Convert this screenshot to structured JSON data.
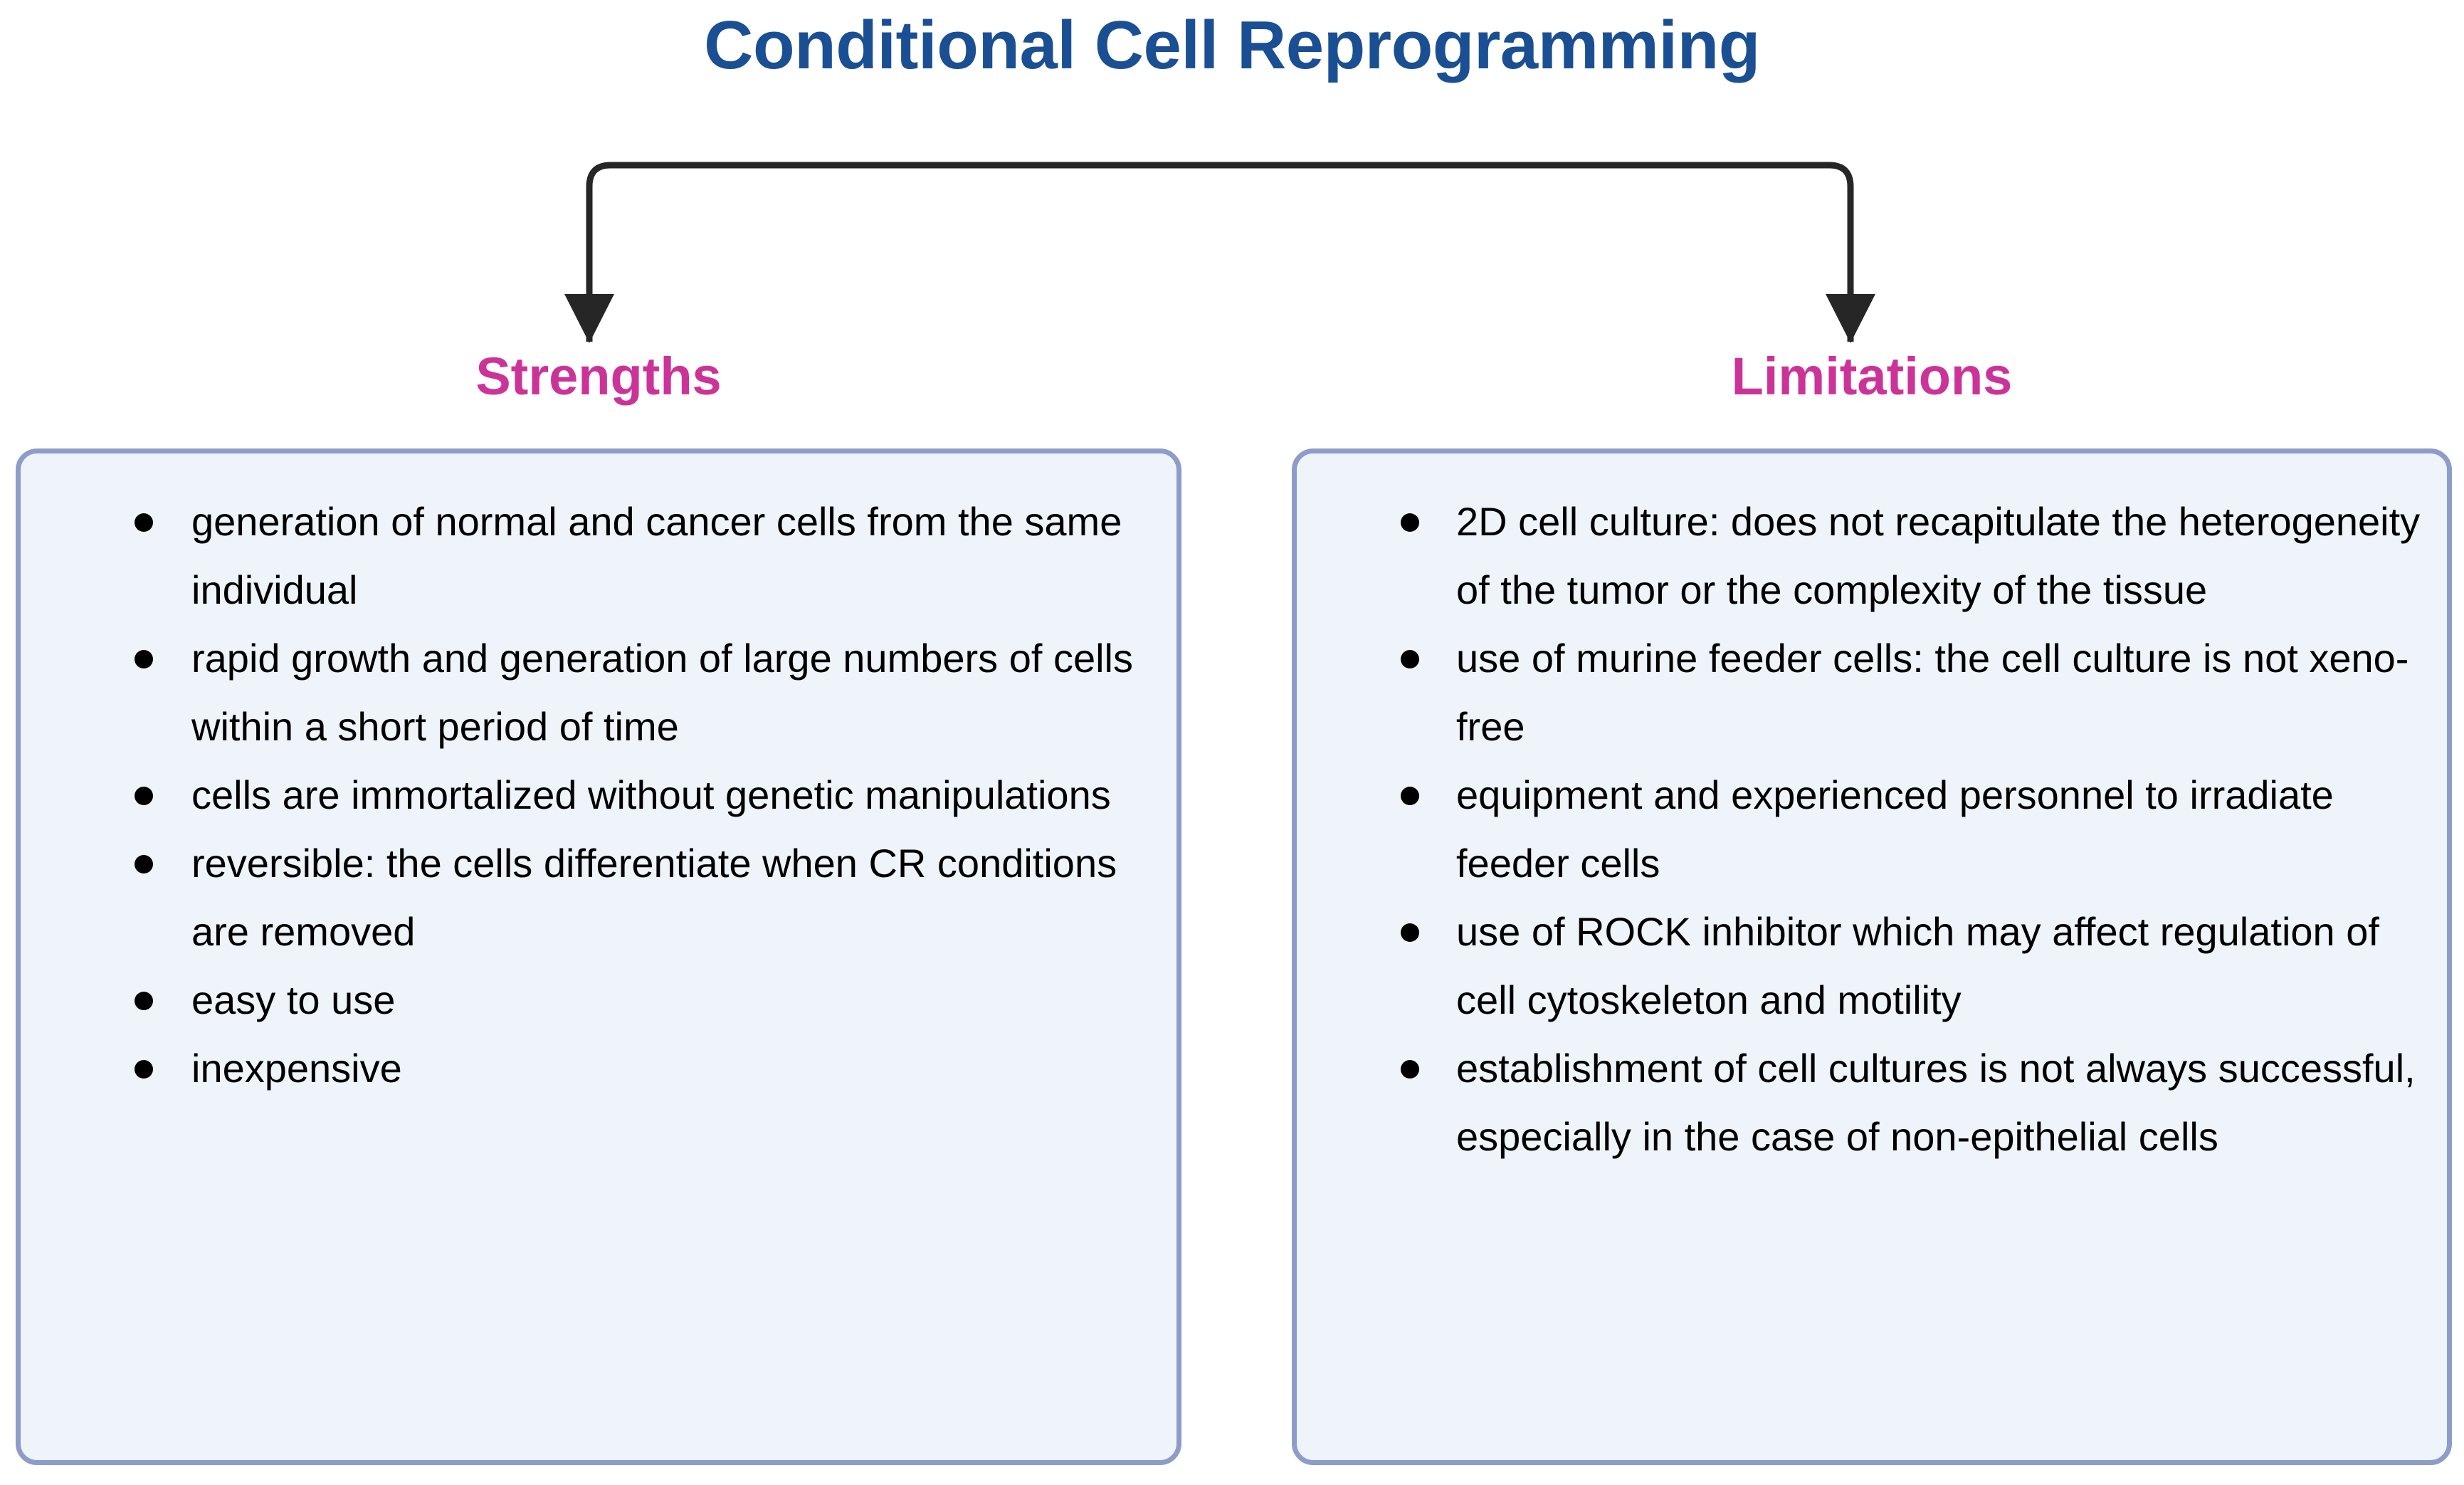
{
  "title": "Conditional Cell Reprogramming",
  "colors": {
    "title": "#1b4f93",
    "heading": "#cc3399",
    "panel_fill": "#eff3fa",
    "panel_border": "#8d9cc8",
    "connector": "#262626",
    "bullet_text": "#000000",
    "background": "#ffffff"
  },
  "connector": {
    "shape": "bracket-with-two-down-arrows",
    "arrow_left_label": "arrow-to-strengths",
    "arrow_right_label": "arrow-to-limitations"
  },
  "columns": [
    {
      "heading": "Strengths",
      "items": [
        "generation of normal and cancer cells from the same individual",
        "rapid growth and generation of large numbers of cells within a short period of time",
        "cells are immortalized without genetic manipulations",
        "reversible: the cells differentiate when CR conditions are removed",
        "easy to use",
        "inexpensive"
      ]
    },
    {
      "heading": "Limitations",
      "items": [
        "2D cell culture: does not recapitulate the heterogeneity of the tumor or the complexity of the tissue",
        "use of murine feeder cells: the cell culture is not xeno-free",
        "equipment and experienced personnel to irradiate feeder cells",
        "use of ROCK inhibitor which may affect regulation of cell cytoskeleton and motility",
        "establishment of cell cultures is not always successful, especially in the case of non-epithelial cells"
      ]
    }
  ]
}
